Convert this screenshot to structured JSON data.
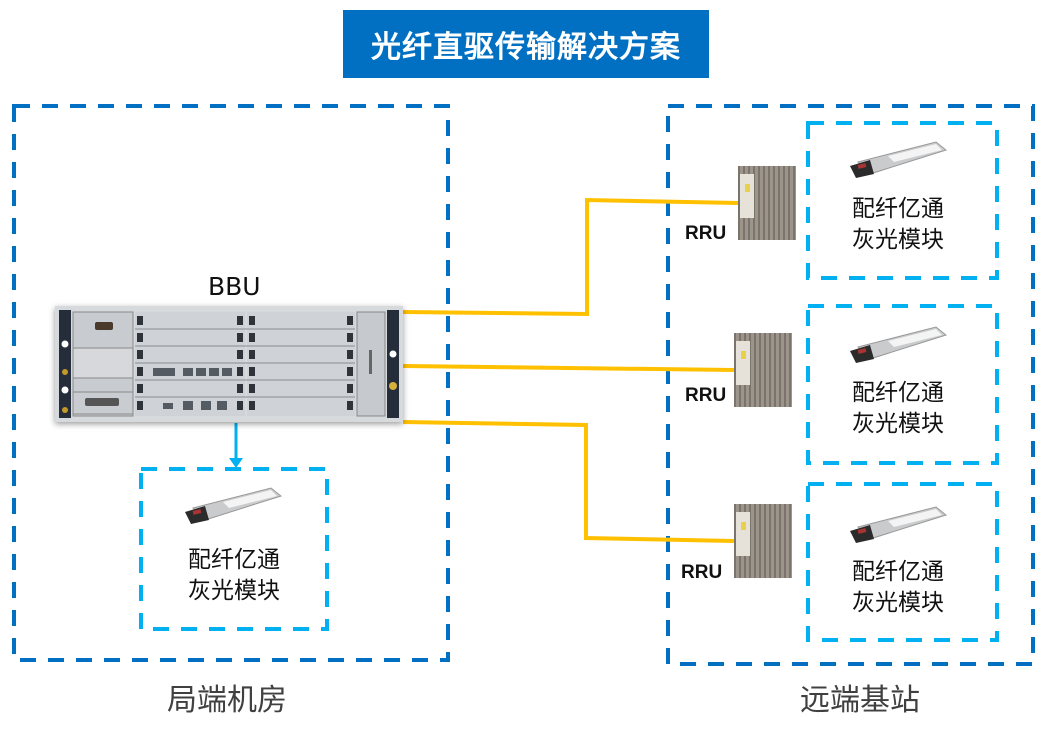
{
  "title": "光纤直驱传输解决方案",
  "colors": {
    "title_bg": "#0170c2",
    "outer_dash": "#0170c2",
    "inner_dash": "#00b0f0",
    "fiber_line": "#ffc000",
    "arrow": "#00b0f0"
  },
  "central_office": {
    "label": "局端机房",
    "bbu": {
      "label": "BBU",
      "icon": "bbu-chassis-icon"
    },
    "module": {
      "icon": "sfp-module-icon",
      "line1": "配纤亿通",
      "line2": "灰光模块"
    }
  },
  "remote_site": {
    "label": "远端基站",
    "units": [
      {
        "rru_label": "RRU",
        "icon": "rru-icon",
        "module": {
          "icon": "sfp-module-icon",
          "line1": "配纤亿通",
          "line2": "灰光模块"
        }
      },
      {
        "rru_label": "RRU",
        "icon": "rru-icon",
        "module": {
          "icon": "sfp-module-icon",
          "line1": "配纤亿通",
          "line2": "灰光模块"
        }
      },
      {
        "rru_label": "RRU",
        "icon": "rru-icon",
        "module": {
          "icon": "sfp-module-icon",
          "line1": "配纤亿通",
          "line2": "灰光模块"
        }
      }
    ]
  }
}
